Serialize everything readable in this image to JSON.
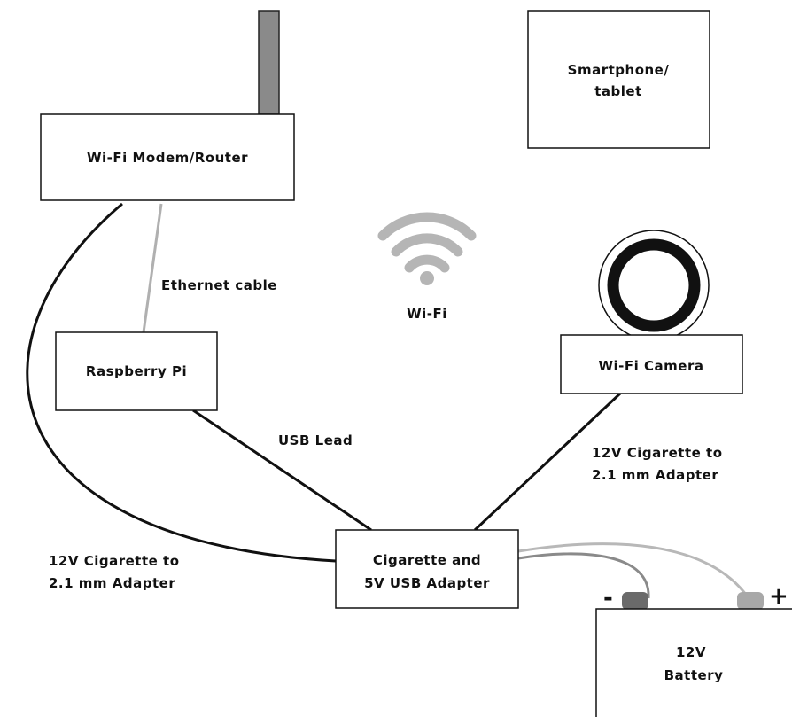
{
  "nodes": {
    "router": {
      "label": "Wi-Fi Modem/Router"
    },
    "phone": {
      "label_line1": "Smartphone/",
      "label_line2": "tablet"
    },
    "raspberry_pi": {
      "label": "Raspberry Pi"
    },
    "camera": {
      "label": "Wi-Fi Camera"
    },
    "adapter": {
      "label_line1": "Cigarette and",
      "label_line2": "5V USB Adapter"
    },
    "battery": {
      "label_line1": "12V",
      "label_line2": "Battery"
    }
  },
  "labels": {
    "wifi": "Wi-Fi",
    "ethernet": "Ethernet cable",
    "usb_lead": "USB Lead",
    "left_adapter_line1": "12V Cigarette to",
    "left_adapter_line2": "2.1 mm Adapter",
    "right_adapter_line1": "12V Cigarette to",
    "right_adapter_line2": "2.1 mm Adapter",
    "minus": "-",
    "plus": "+"
  },
  "colors": {
    "stroke": "#111111",
    "antenna": "#8a8a8a",
    "ethernet": "#b0b0b0",
    "wifi_icon": "#b5b5b5",
    "terminal_neg": "#6a6a6a",
    "terminal_pos": "#a8a8a8",
    "wire_gray": "#8a8a8a",
    "wire_light": "#b8b8b8"
  }
}
